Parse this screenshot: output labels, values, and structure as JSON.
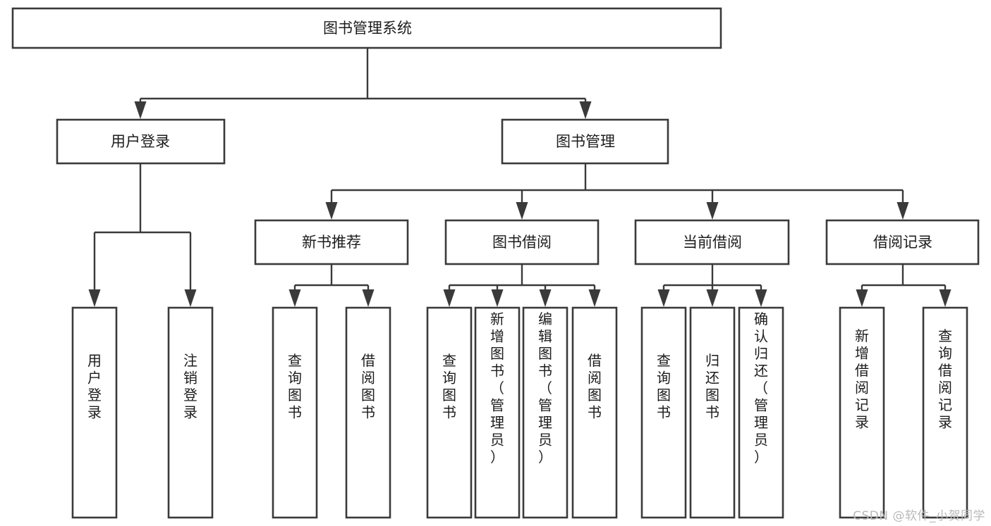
{
  "diagram": {
    "title": "图书管理系统",
    "type": "tree-hierarchy-diagram",
    "watermark": "CSDN @软件_小贺同学",
    "colors": {
      "box_stroke": "#3a3a3a",
      "box_fill": "#ffffff",
      "connector": "#3a3a3a",
      "text": "#1c1c1c",
      "background": "#ffffff",
      "watermark": "#b9b9b9"
    },
    "root": {
      "label": "图书管理系统"
    },
    "level2": [
      {
        "label": "用户登录"
      },
      {
        "label": "图书管理"
      }
    ],
    "level3": [
      {
        "label": "新书推荐"
      },
      {
        "label": "图书借阅"
      },
      {
        "label": "当前借阅"
      },
      {
        "label": "借阅记录"
      }
    ],
    "leaves": {
      "user_login": [
        {
          "label": "用户登录"
        },
        {
          "label": "注销登录"
        }
      ],
      "new_book_recommend": [
        {
          "label": "查询图书"
        },
        {
          "label": "借阅图书"
        }
      ],
      "book_borrow": [
        {
          "label": "查询图书"
        },
        {
          "label": "新增图书（管理员）"
        },
        {
          "label": "编辑图书（管理员）"
        },
        {
          "label": "借阅图书"
        }
      ],
      "current_borrow": [
        {
          "label": "查询图书"
        },
        {
          "label": "归还图书"
        },
        {
          "label": "确认归还（管理员）"
        }
      ],
      "borrow_record": [
        {
          "label": "新增借阅记录"
        },
        {
          "label": "查询借阅记录"
        }
      ]
    }
  }
}
